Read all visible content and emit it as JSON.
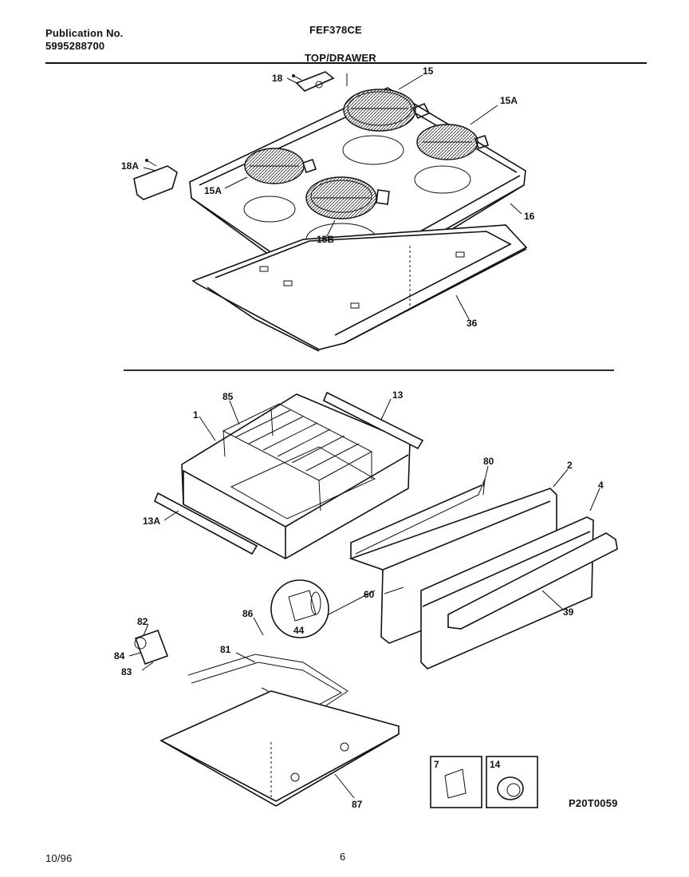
{
  "header": {
    "publication_label": "Publication No.",
    "publication_number": "5995288700",
    "model": "FEF378CE",
    "section_title": "TOP/DRAWER"
  },
  "footer": {
    "date": "10/96",
    "page": "6",
    "drawing_code": "P20T0059"
  },
  "callouts": {
    "c18": "18",
    "c15": "15",
    "c15a_right": "15A",
    "c18a": "18A",
    "c15a_left": "15A",
    "c16": "16",
    "c15b": "15B",
    "c36": "36",
    "c85": "85",
    "c13": "13",
    "c1": "1",
    "c80": "80",
    "c2": "2",
    "c4": "4",
    "c13a": "13A",
    "c60": "60",
    "c39": "39",
    "c44": "44",
    "c86": "86",
    "c82": "82",
    "c84": "84",
    "c83": "83",
    "c81": "81",
    "c87": "87",
    "c7": "7",
    "c14": "14"
  }
}
